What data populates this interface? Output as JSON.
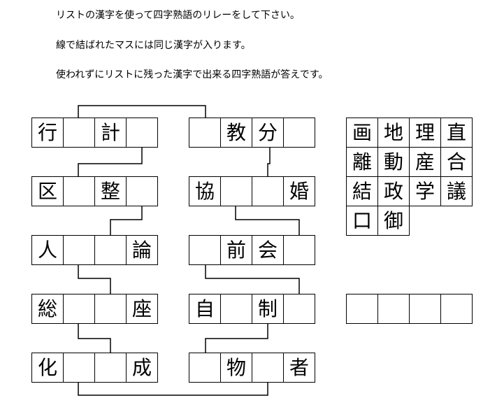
{
  "instructions": [
    "リストの漢字を使って四字熟語のリレーをして下さい。",
    "線で結ばれたマスには同じ漢字が入ります。",
    "使われずにリストに残った漢字で出来る四字熟語が答えです。"
  ],
  "left_column": [
    [
      "行",
      "",
      "計",
      ""
    ],
    [
      "区",
      "",
      "整",
      ""
    ],
    [
      "人",
      "",
      "",
      "論"
    ],
    [
      "総",
      "",
      "",
      "座"
    ],
    [
      "化",
      "",
      "",
      "成"
    ]
  ],
  "middle_column": [
    [
      "",
      "教",
      "分",
      ""
    ],
    [
      "協",
      "",
      "",
      "婚"
    ],
    [
      "",
      "前",
      "会",
      ""
    ],
    [
      "自",
      "",
      "制",
      ""
    ],
    [
      "",
      "物",
      "",
      "者"
    ]
  ],
  "kanji_list": [
    "画",
    "地",
    "理",
    "直",
    "離",
    "動",
    "産",
    "合",
    "結",
    "政",
    "学",
    "議",
    "口",
    "御"
  ],
  "answer_cells": [
    "",
    "",
    "",
    ""
  ]
}
